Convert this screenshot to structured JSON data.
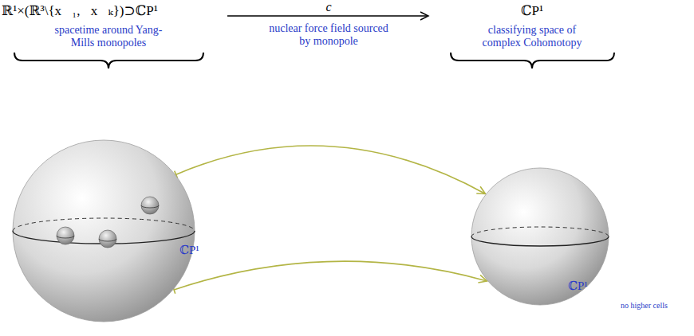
{
  "diagram": {
    "nodes": [
      {
        "text": [
          "ℂP¹"
        ]
      },
      {
        "text": [
          "ℂP¹"
        ]
      }
    ],
    "edges": [
      {
        "from": 0,
        "to": 1,
        "arrow": "to"
      },
      {
        "from": 0,
        "to": 1,
        "arrow": "to"
      }
    ],
    "labels": [
      "ℝ¹×(ℝ³\\{x⃗₁,⋯x⃗ₖ})⊃ℂP¹",
      "spacetime around Yang-Mills monopoles",
      "c",
      "nuclear force field sourced by monopole",
      "ℂP¹",
      "classifying space of complex Cohomotopy",
      "no higher cells"
    ]
  }
}
